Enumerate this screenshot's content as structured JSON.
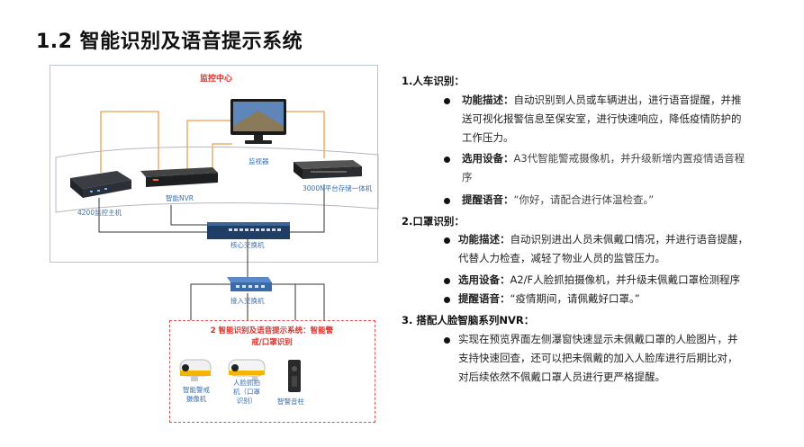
{
  "title": "1.2 智能识别及语音提示系统",
  "diagram": {
    "center_label": "监控中心",
    "monitor": "监视器",
    "host": "4200监控主机",
    "nvr": "智能NVR",
    "storage": "3000N平台存储一体机",
    "core_switch": "核心交换机",
    "access_switch": "接入交换机",
    "ai_label_line1": "2 智能识别及语音提示系统：智能警",
    "ai_label_line2": "戒/口罩识别",
    "camera1_line1": "智能警戒",
    "camera1_line2": "摄像机",
    "camera2_line1": "人脸抓拍",
    "camera2_line2": "机（口罩",
    "camera2_line3": "识别）",
    "pillar": "智警音柱"
  },
  "sections": {
    "s1": {
      "heading": "1.人车识别：",
      "f_label": "功能描述：",
      "f_text_1": "自动识别到人员或车辆进出，进行语音提醒，并推",
      "f_text_2": "送可视化报警信息至保安室，进行快速响应，降低疫情防护的",
      "f_text_3": "工作压力。",
      "d_label": "选用设备：",
      "d_text_1": "A3代智能警戒摄像机，并升级新增内置疫情语音程",
      "d_text_2": "序",
      "v_label": "提醒语音：",
      "v_text": "“你好，请配合进行体温检查。”"
    },
    "s2": {
      "heading": "2.口罩识别：",
      "f_label": "功能描述：",
      "f_text_1": "自动识别进出人员未佩戴口情况，并进行语音提醒，",
      "f_text_2": "代替人力检查，减轻了物业人员的监管压力。",
      "d_label": "选用设备：",
      "d_text": "A2/F人脸抓拍摄像机，并升级未佩戴口罩检测程序",
      "v_label": "提醒语音：",
      "v_text": "“疫情期间，请佩戴好口罩。”"
    },
    "s3": {
      "heading": "3. 搭配人脸智脑系列NVR：",
      "text_1": "实现在预览界面左侧瀑窗快速显示未佩戴口罩的人脸图片，并",
      "text_2": "支持快速回查，还可以把未佩戴的加入人脸库进行后期比对，",
      "text_3": "对后续依然不佩戴口罩人员进行更严格提醒。"
    }
  }
}
